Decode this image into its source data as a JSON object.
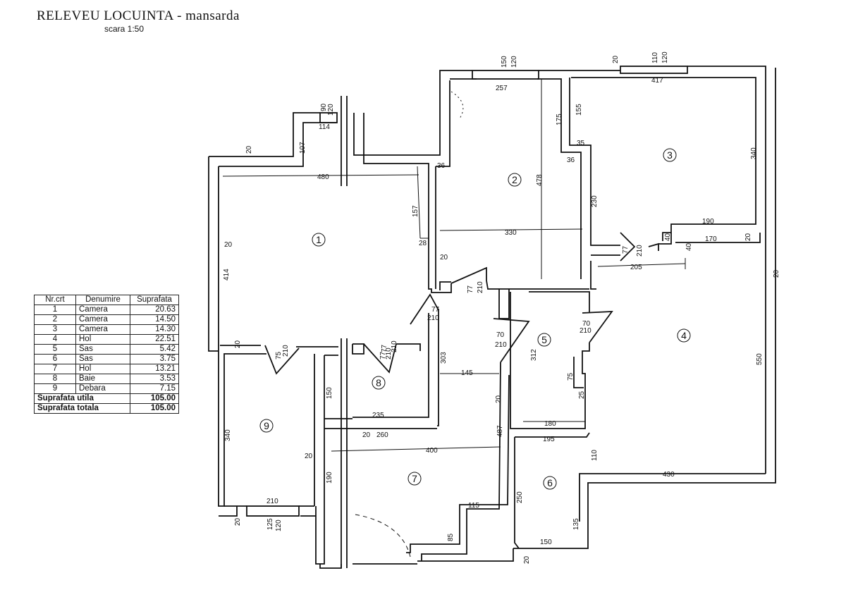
{
  "title": "RELEVEU LOCUINTA - mansarda",
  "scale": "scara 1:50",
  "rooms": [
    {
      "nr": "1",
      "name": "Camera",
      "area": "20.63"
    },
    {
      "nr": "2",
      "name": "Camera",
      "area": "14.50"
    },
    {
      "nr": "3",
      "name": "Camera",
      "area": "14.30"
    },
    {
      "nr": "4",
      "name": "Hol",
      "area": "22.51"
    },
    {
      "nr": "5",
      "name": "Sas",
      "area": "5.42"
    },
    {
      "nr": "6",
      "name": "Sas",
      "area": "3.75"
    },
    {
      "nr": "7",
      "name": "Hol",
      "area": "13.21"
    },
    {
      "nr": "8",
      "name": "Baie",
      "area": "3.53"
    },
    {
      "nr": "9",
      "name": "Debara",
      "area": "7.15"
    }
  ],
  "table": {
    "headers": [
      "Nr.crt",
      "Denumire",
      "Suprafata"
    ],
    "useful_label": "Suprafata utila",
    "useful_value": "105.00",
    "total_label": "Suprafata totala",
    "total_value": "105.00"
  },
  "dimensions": [
    "20",
    "107",
    "90",
    "120",
    "114",
    "480",
    "150",
    "120",
    "257",
    "175",
    "478",
    "36",
    "36",
    "35",
    "155",
    "20",
    "110",
    "120",
    "417",
    "340",
    "230",
    "190",
    "40",
    "40",
    "170",
    "20",
    "330",
    "157",
    "28",
    "20",
    "414",
    "20",
    "77",
    "210",
    "77",
    "210",
    "77",
    "210",
    "77",
    "210",
    "205",
    "20",
    "70",
    "210",
    "70",
    "210",
    "312",
    "303",
    "145",
    "75",
    "25",
    "20",
    "75",
    "210",
    "77",
    "210",
    "150",
    "235",
    "20",
    "260",
    "400",
    "487",
    "195",
    "180",
    "110",
    "430",
    "550",
    "20",
    "340",
    "20",
    "190",
    "210",
    "115",
    "250",
    "135",
    "85",
    "150",
    "20",
    "20",
    "125",
    "120"
  ]
}
